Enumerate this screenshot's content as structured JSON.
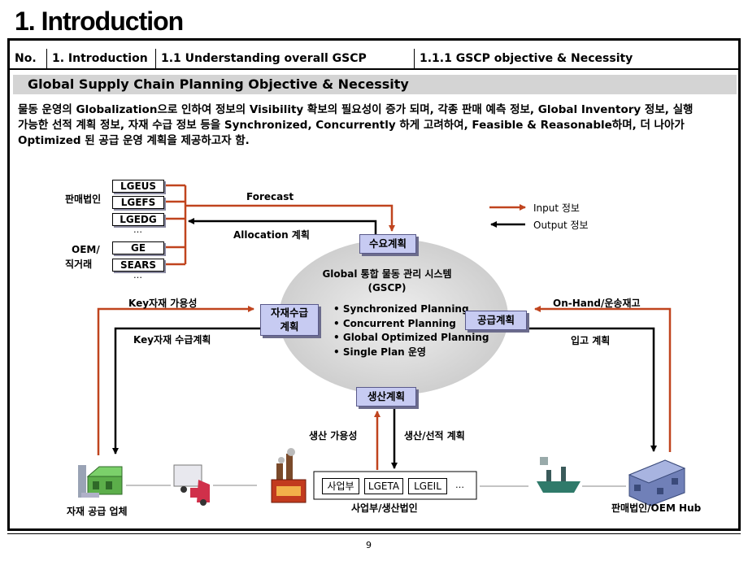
{
  "page": {
    "title": "1. Introduction",
    "page_number": "9"
  },
  "header": {
    "no": "No.",
    "col1": "1. Introduction",
    "col2": "1.1 Understanding overall GSCP",
    "col3": "1.1.1 GSCP objective & Necessity"
  },
  "section": {
    "title": "Global Supply Chain Planning Objective & Necessity"
  },
  "intro": {
    "line1": "물동 운영의 Globalization으로 인하여 정보의 Visibility 확보의 필요성이 증가 되며, 각종 판매 예측 정보, Global Inventory 정보, 실행",
    "line2": "가능한 선적 계획 정보, 자재 수급 정보 등을 Synchronized, Concurrently 하게 고려하여, Feasible & Reasonable하며, 더 나아가",
    "line3": "Optimized 된 공급 운영 계획을 제공하고자 함."
  },
  "diagram": {
    "sales_entities_label": "판매법인",
    "oem_label_1": "OEM/",
    "oem_label_2": "직거래",
    "tags": [
      "LGEUS",
      "LGEFS",
      "LGEDG",
      "GE",
      "SEARS"
    ],
    "ellipsis": "…",
    "forecast": "Forecast",
    "allocation": "Allocation 계획",
    "demand_node": "수요계획",
    "legend": {
      "input": "Input 정보",
      "output": "Output 정보",
      "input_color": "#c0441e",
      "output_color": "#000000"
    },
    "gscp_title_1": "Global 통합 물동 관리 시스템",
    "gscp_title_2": "(GSCP)",
    "gscp_items": [
      "• Synchronized Planning",
      "• Concurrent Planning",
      "• Global Optimized Planning",
      "• Single Plan 운영"
    ],
    "material_node_1": "자재수급",
    "material_node_2": "계획",
    "supply_node": "공급계획",
    "production_node": "생산계획",
    "key_availability": "Key자재 가용성",
    "key_plan": "Key자재 수급계획",
    "onhand": "On-Hand/운송재고",
    "inbound": "입고 계획",
    "prod_availability": "생산 가용성",
    "prod_plan": "생산/선적 계획",
    "supplier_label": "자재 공급 업체",
    "factory_label": "사업부/생산법인",
    "hub_label": "판매법인/OEM Hub",
    "units": [
      "사업부",
      "LGETA",
      "LGEIL",
      "…"
    ]
  }
}
